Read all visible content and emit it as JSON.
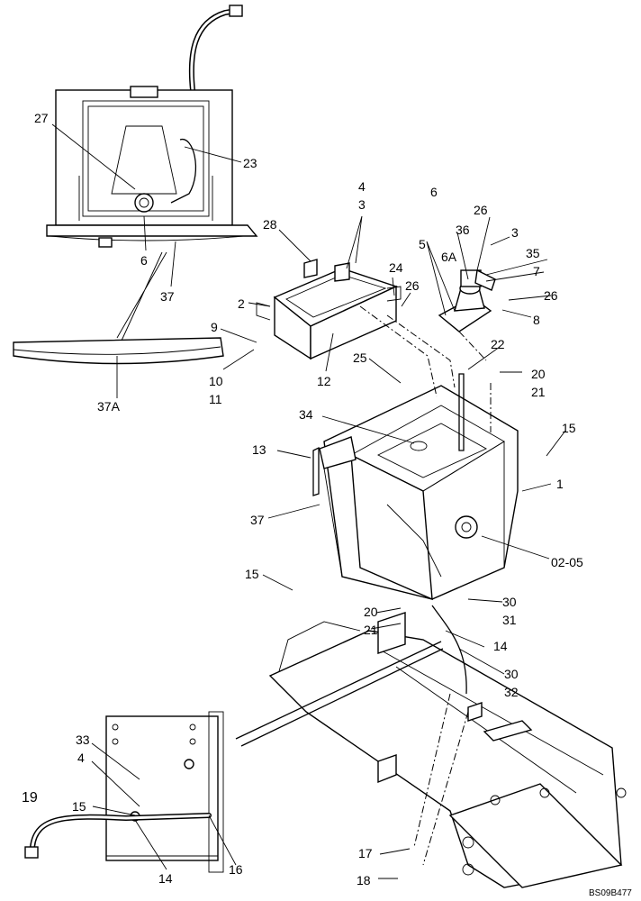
{
  "labels": {
    "l27": "27",
    "l23": "23",
    "l6a": "6",
    "l37a": "37",
    "l37A": "37A",
    "l4a": "4",
    "l3a": "3",
    "l28": "28",
    "l2": "2",
    "l24": "24",
    "l26a": "26",
    "l9": "9",
    "l10": "10",
    "l11": "11",
    "l12": "12",
    "l6b": "6",
    "l5": "5",
    "l6A": "6A",
    "l36": "36",
    "l26b": "26",
    "l3b": "3",
    "l35": "35",
    "l7": "7",
    "l26c": "26",
    "l8": "8",
    "l22": "22",
    "l25": "25",
    "l20a": "20",
    "l21a": "21",
    "l34": "34",
    "l13": "13",
    "l15a": "15",
    "l1": "1",
    "l37b": "37",
    "l0205": "02-05",
    "l15b": "15",
    "l20b": "20",
    "l21b": "21",
    "l30a": "30",
    "l31": "31",
    "l14a": "14",
    "l30b": "30",
    "l32": "32",
    "l33": "33",
    "l4b": "4",
    "l19": "19",
    "l15c": "15",
    "l14b": "14",
    "l16": "16",
    "l17": "17",
    "l18": "18"
  },
  "drawing_ref": "BS09B477"
}
